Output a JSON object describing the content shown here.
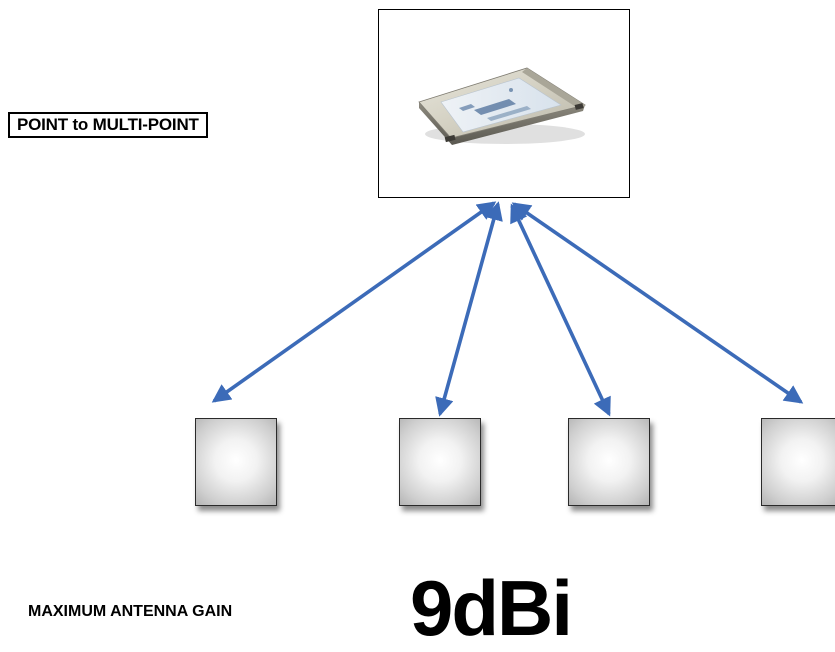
{
  "diagram": {
    "title": "POINT to MULTI-POINT",
    "gain_label": "MAXIMUM ANTENNA GAIN",
    "gain_value": "9dBi",
    "access_point": {
      "icon": "pc-card-wireless-adapter-icon"
    },
    "clients": [
      {
        "icon": "client-node-icon"
      },
      {
        "icon": "client-node-icon"
      },
      {
        "icon": "client-node-icon"
      },
      {
        "icon": "client-node-icon"
      }
    ],
    "link_color": "#3c6bb8",
    "link_type": "bidirectional"
  }
}
